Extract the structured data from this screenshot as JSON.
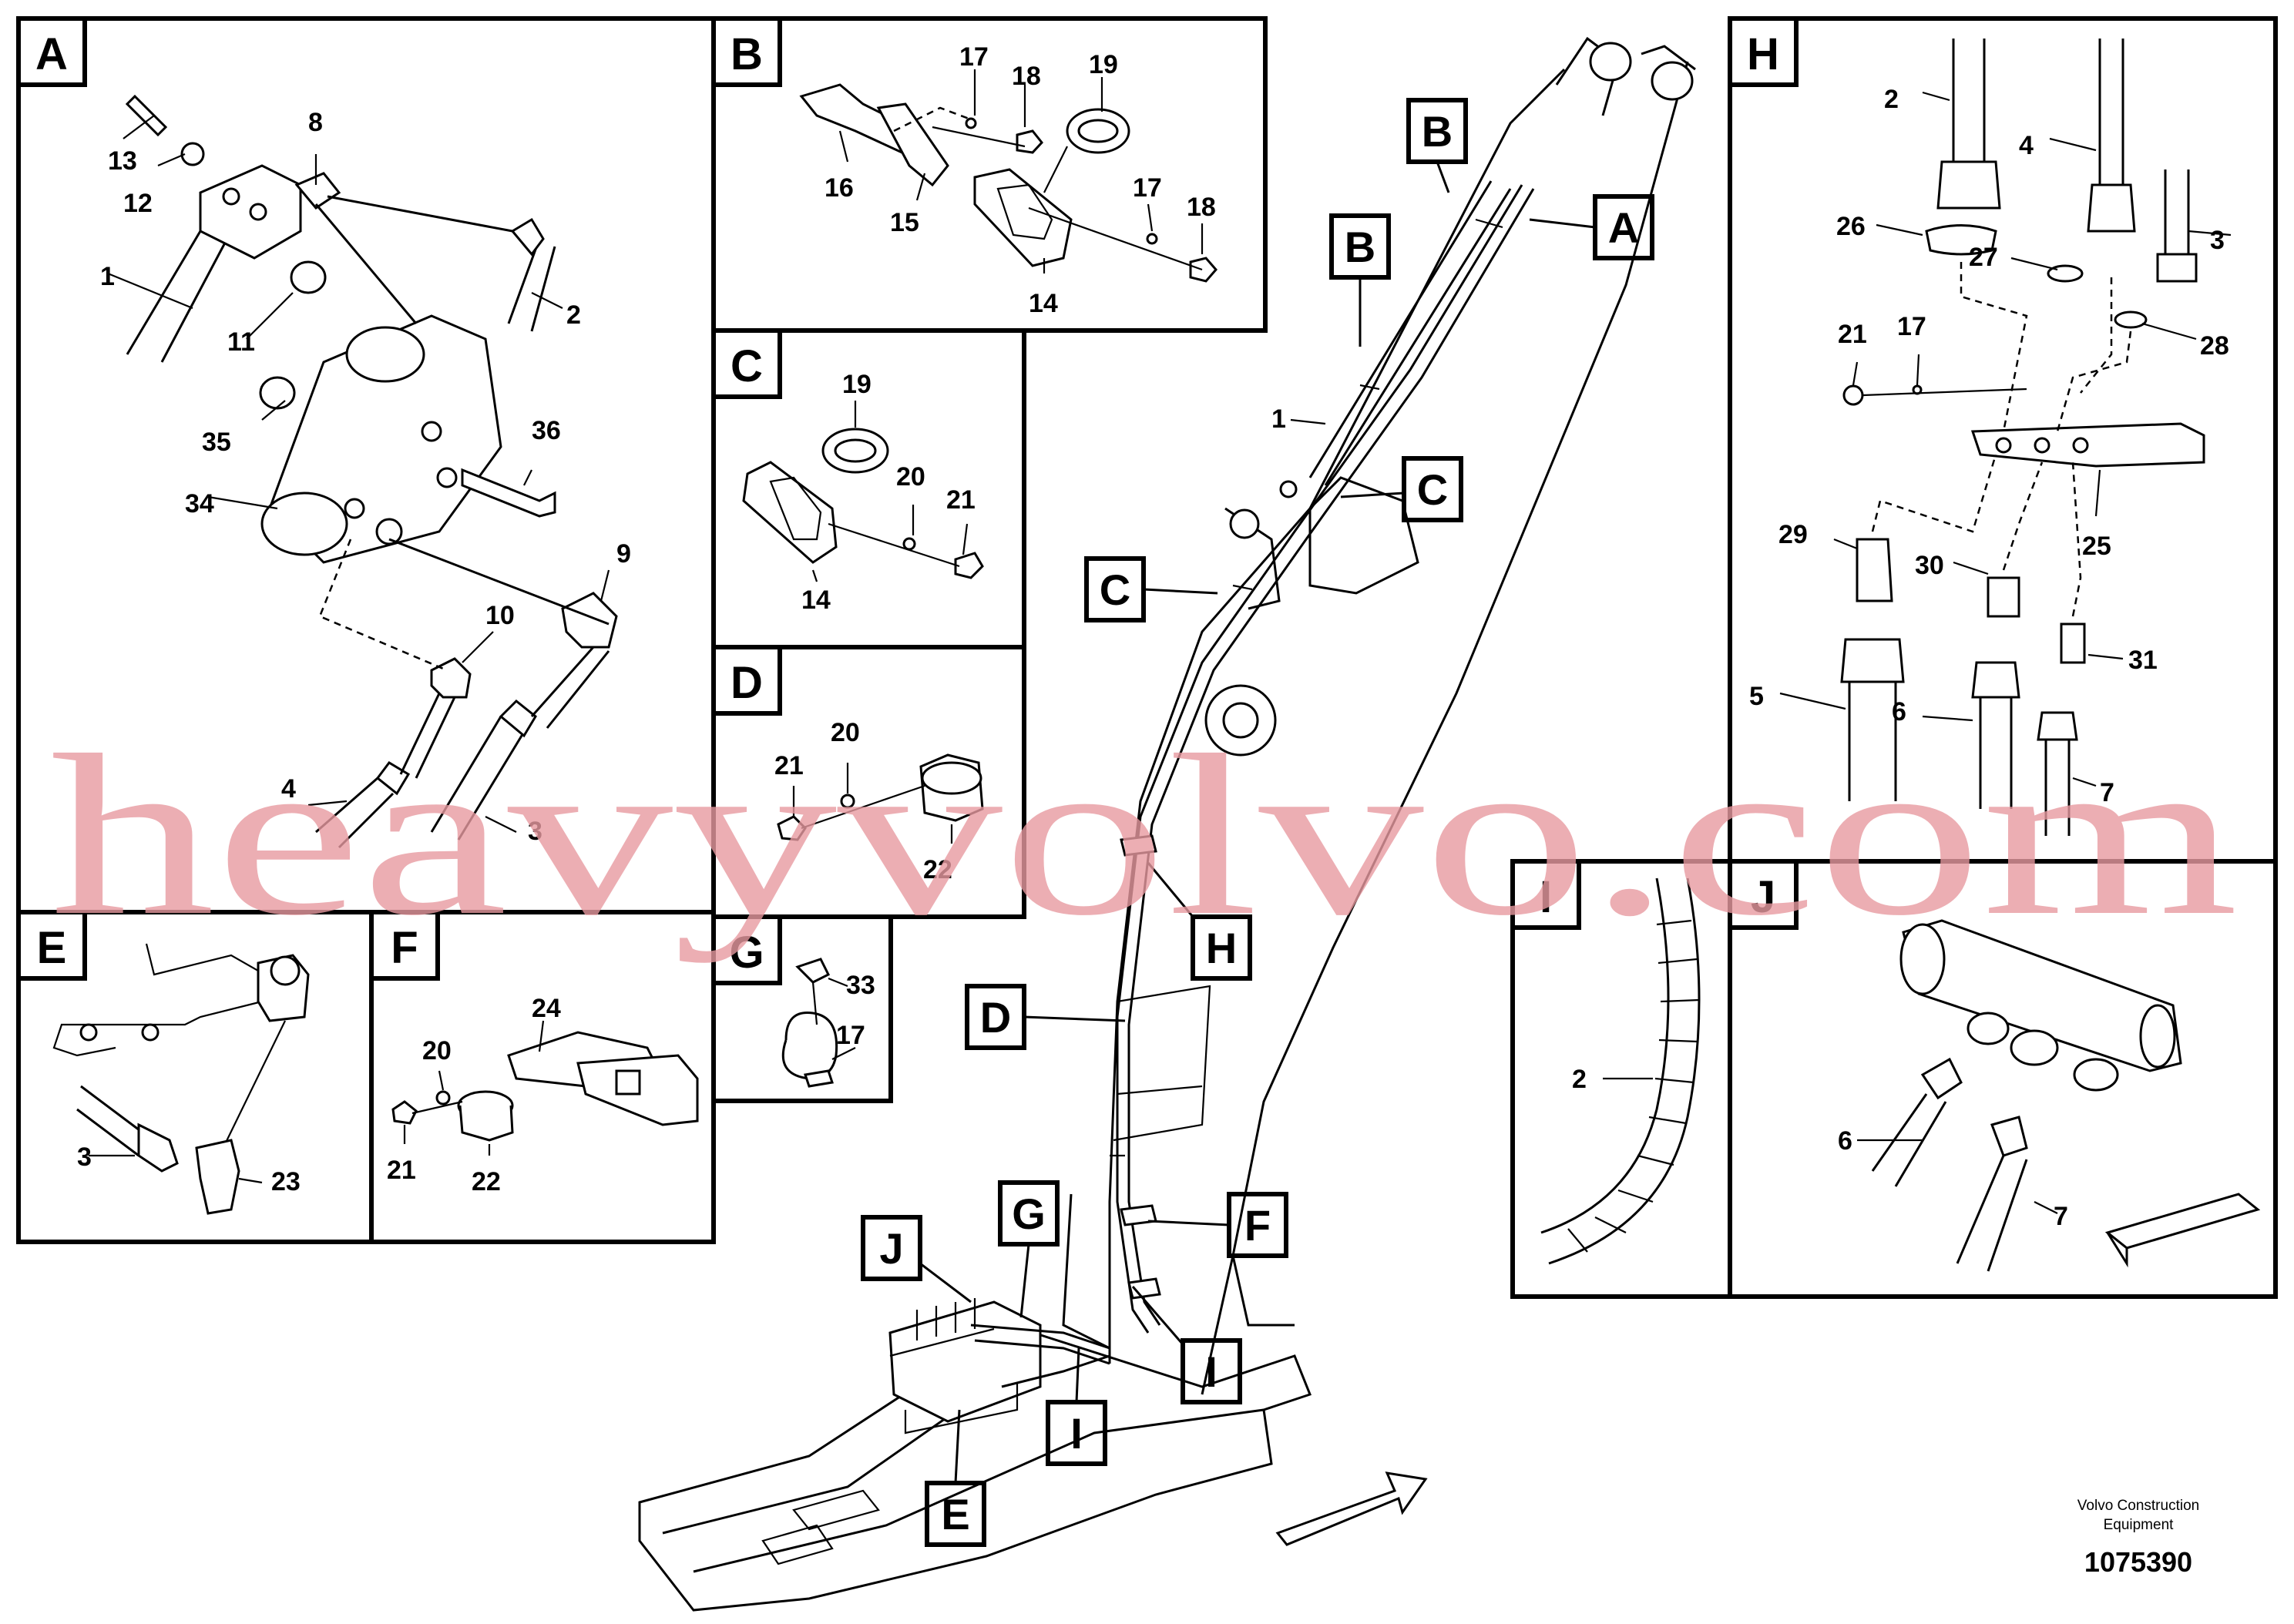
{
  "panels": {
    "A": {
      "label": "A",
      "callouts": [
        "13",
        "12",
        "8",
        "1",
        "11",
        "2",
        "35",
        "36",
        "34",
        "9",
        "10",
        "4",
        "3"
      ]
    },
    "B": {
      "label": "B",
      "callouts": [
        "17",
        "18",
        "19",
        "16",
        "15",
        "17",
        "18",
        "14"
      ]
    },
    "C": {
      "label": "C",
      "callouts": [
        "19",
        "20",
        "21",
        "14"
      ]
    },
    "D": {
      "label": "D",
      "callouts": [
        "21",
        "20",
        "22"
      ]
    },
    "E": {
      "label": "E",
      "callouts": [
        "3",
        "23"
      ]
    },
    "F": {
      "label": "F",
      "callouts": [
        "24",
        "20",
        "21",
        "22"
      ]
    },
    "G": {
      "label": "G",
      "callouts": [
        "33",
        "17"
      ]
    },
    "H": {
      "label": "H",
      "callouts": [
        "2",
        "4",
        "3",
        "26",
        "27",
        "21",
        "17",
        "28",
        "25",
        "29",
        "30",
        "31",
        "5",
        "6",
        "7"
      ]
    },
    "I": {
      "label": "I",
      "callouts": [
        "2"
      ]
    },
    "J": {
      "label": "J",
      "callouts": [
        "6",
        "7"
      ]
    }
  },
  "main_view": {
    "callouts": [
      "B",
      "A",
      "B",
      "1",
      "C",
      "C",
      "H",
      "D",
      "G",
      "J",
      "F",
      "I",
      "I",
      "E"
    ]
  },
  "watermark": "heavyvolvo.com",
  "footer": {
    "company_line1": "Volvo Construction",
    "company_line2": "Equipment",
    "drawing_number": "1075390"
  },
  "colors": {
    "watermark": "#e79aa0",
    "line": "#000000"
  }
}
